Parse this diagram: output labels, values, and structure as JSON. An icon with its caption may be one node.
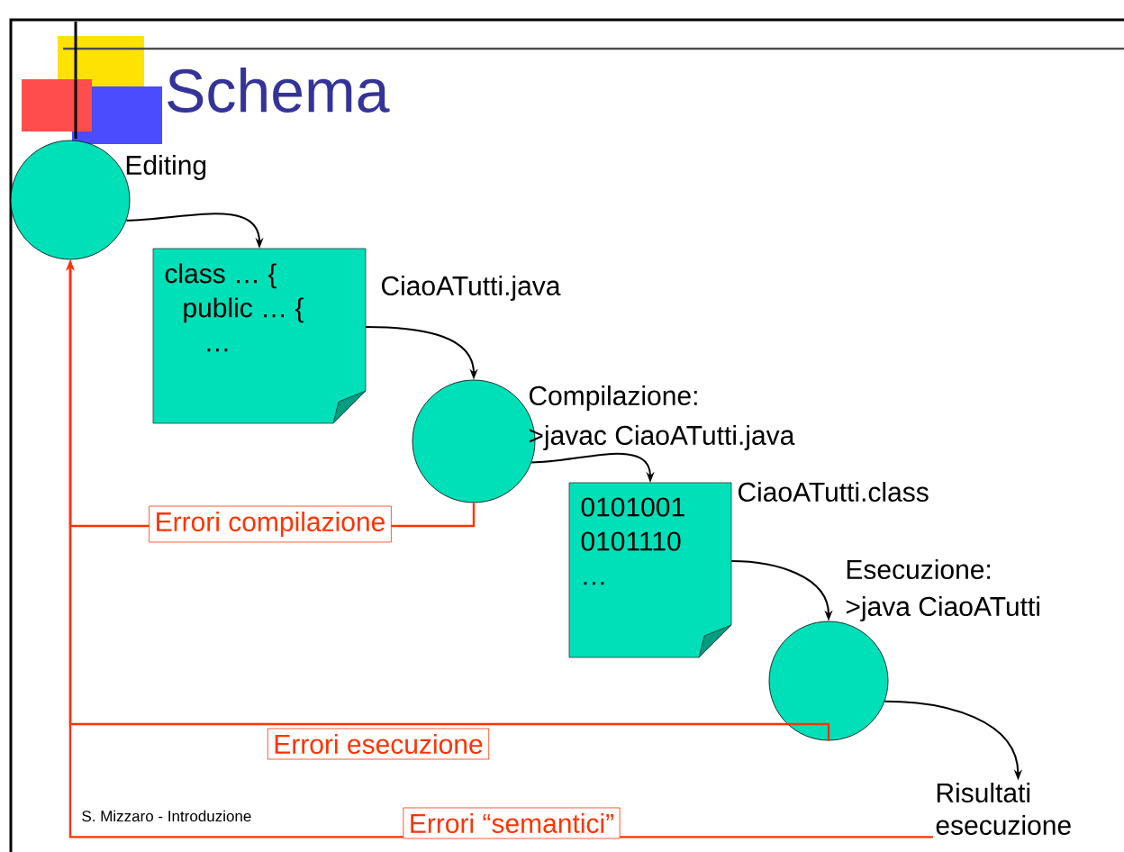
{
  "diagram": {
    "title": "Schema",
    "nodes": [
      {
        "text": [],
        "shape": "circle",
        "beside": [
          "Editing"
        ]
      },
      {
        "text": [
          "class … {",
          "public … {",
          "…"
        ],
        "beside": [
          "CiaoATutti.java"
        ]
      },
      {
        "text": [],
        "shape": "circle",
        "beside": [
          "Compilazione:",
          ">javac CiaoATutti.java"
        ]
      },
      {
        "text": [
          "0101001",
          "0101110",
          "…"
        ],
        "beside": [
          "CiaoATutti.class"
        ]
      },
      {
        "text": [],
        "shape": "circle",
        "beside": [
          "Esecuzione:",
          ">java CiaoATutti"
        ]
      },
      {
        "text": [
          "Risultati esecuzione"
        ]
      }
    ],
    "edges": [
      {
        "from": 0,
        "to": 1,
        "arrow": "to"
      },
      {
        "from": 1,
        "to": 2,
        "arrow": "to"
      },
      {
        "from": 2,
        "to": 3,
        "arrow": "to"
      },
      {
        "from": 3,
        "to": 4,
        "arrow": "to"
      },
      {
        "from": 4,
        "to": 5,
        "arrow": "to"
      },
      {
        "from": 2,
        "to": 0,
        "arrow": "to",
        "label": "Errori compilazione",
        "color": "#ff3300"
      },
      {
        "from": 4,
        "to": 0,
        "arrow": "to",
        "label": "Errori esecuzione",
        "color": "#ff3300"
      },
      {
        "from": 5,
        "to": 0,
        "arrow": "to",
        "label": "Errori “semantici”",
        "color": "#ff3300"
      }
    ],
    "labels": [
      "S. Mizzaro - Introduzione"
    ]
  }
}
